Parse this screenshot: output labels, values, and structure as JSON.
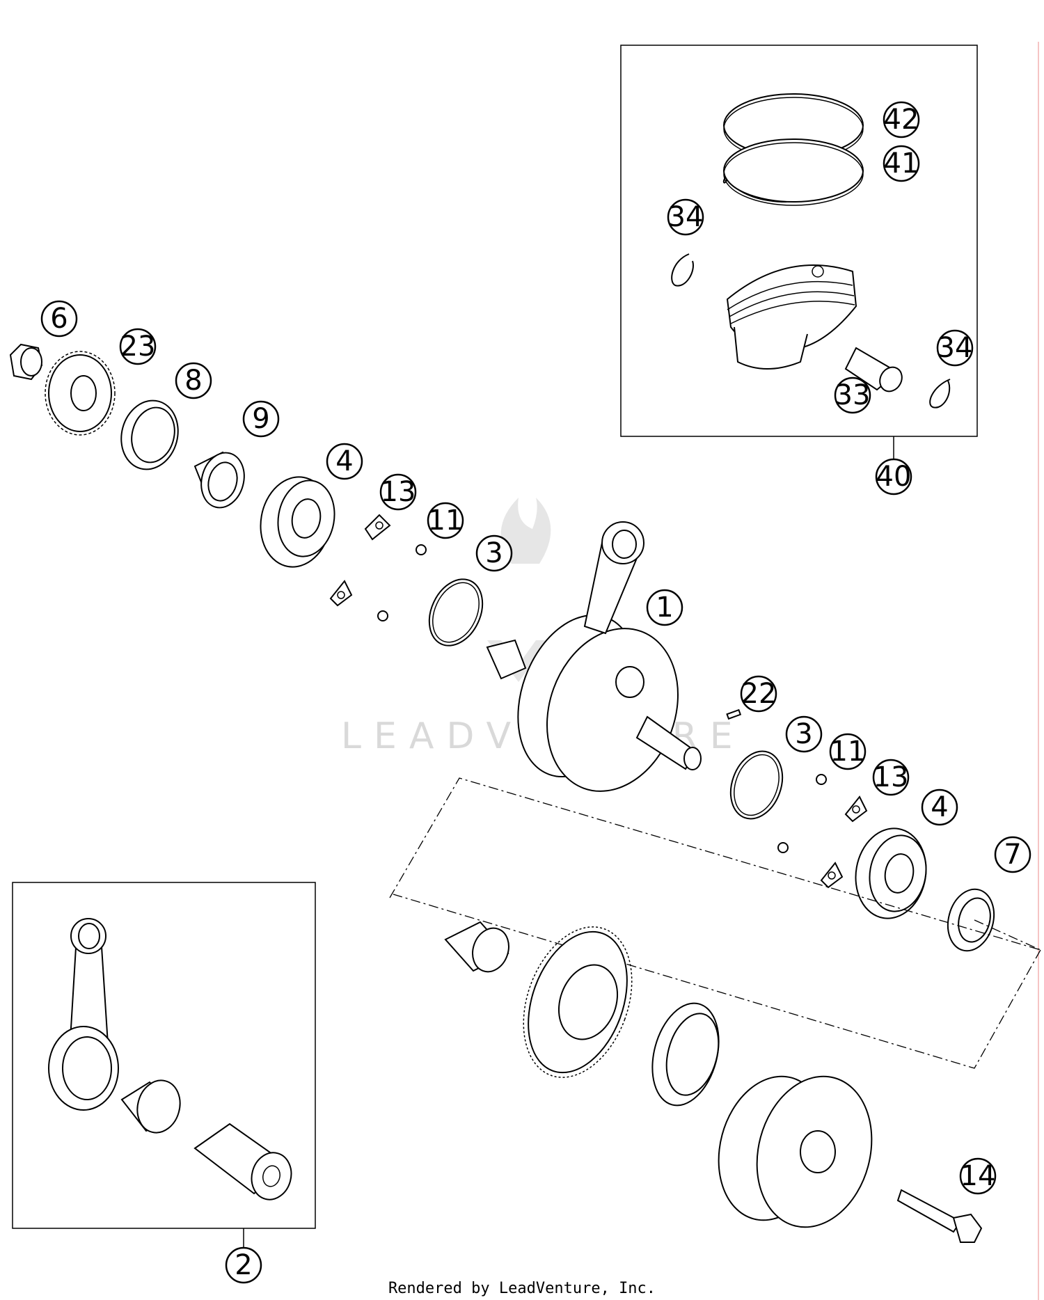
{
  "diagram": {
    "watermark": "LEADVENTURE",
    "footer": "Rendered by LeadVenture, Inc.",
    "callouts": [
      {
        "id": "c42",
        "label": "42"
      },
      {
        "id": "c41",
        "label": "41"
      },
      {
        "id": "c34a",
        "label": "34"
      },
      {
        "id": "c34b",
        "label": "34"
      },
      {
        "id": "c33",
        "label": "33"
      },
      {
        "id": "c40",
        "label": "40"
      },
      {
        "id": "c6",
        "label": "6"
      },
      {
        "id": "c23",
        "label": "23"
      },
      {
        "id": "c8",
        "label": "8"
      },
      {
        "id": "c9",
        "label": "9"
      },
      {
        "id": "c4a",
        "label": "4"
      },
      {
        "id": "c13a",
        "label": "13"
      },
      {
        "id": "c11a",
        "label": "11"
      },
      {
        "id": "c3a",
        "label": "3"
      },
      {
        "id": "c1",
        "label": "1"
      },
      {
        "id": "c22",
        "label": "22"
      },
      {
        "id": "c3b",
        "label": "3"
      },
      {
        "id": "c11b",
        "label": "11"
      },
      {
        "id": "c13b",
        "label": "13"
      },
      {
        "id": "c4b",
        "label": "4"
      },
      {
        "id": "c7",
        "label": "7"
      },
      {
        "id": "c14",
        "label": "14"
      },
      {
        "id": "c2",
        "label": "2"
      }
    ]
  }
}
